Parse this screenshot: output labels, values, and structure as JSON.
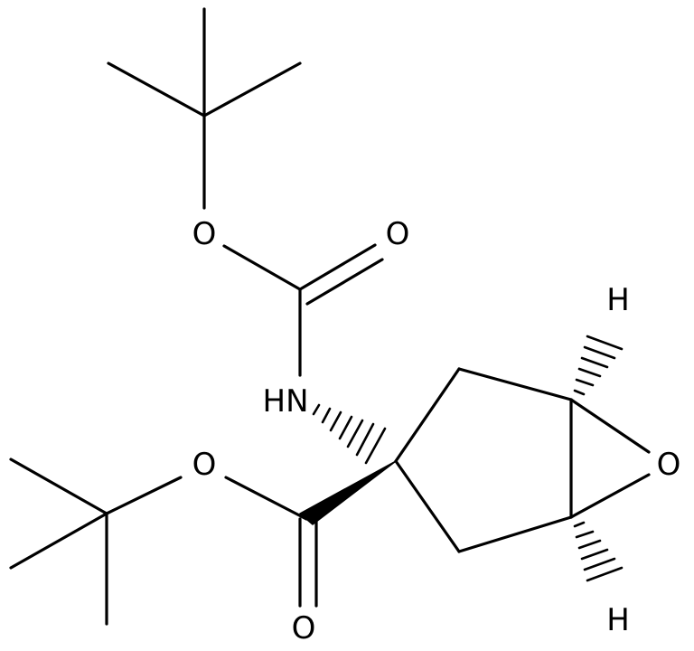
{
  "molecule": {
    "atoms": {
      "carbamate_ether_O": "O",
      "carbamate_carbonyl_O": "O",
      "NH": "HN",
      "ester_ether_O": "O",
      "ester_carbonyl_O": "O",
      "epoxide_O": "O",
      "H_top": "H",
      "H_bottom": "H"
    }
  },
  "colors": {
    "bond": "#000000",
    "label": "#000000",
    "background": "#ffffff"
  }
}
